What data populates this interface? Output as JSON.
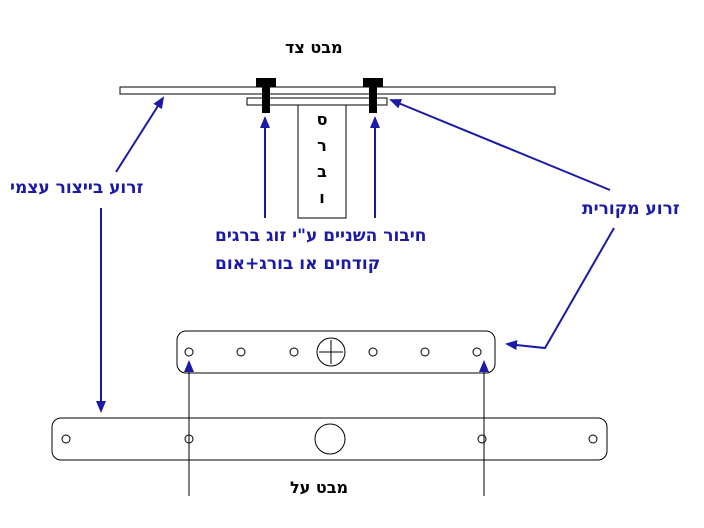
{
  "colors": {
    "ink": "#000000",
    "arrow": "#1a1aa6",
    "background": "#ffffff"
  },
  "labels": {
    "side_view": "מבט צד",
    "top_view": "מבט על",
    "custom_arm": "זרוע בייצור עצמי",
    "original_arm": "זרוע מקורית",
    "connection_line1": "חיבור השניים ע\"י זוג ברגים",
    "connection_line2": "קודחים או בורג+אום"
  },
  "servo_letters": [
    "ס",
    "ר",
    "ב",
    "ו"
  ]
}
